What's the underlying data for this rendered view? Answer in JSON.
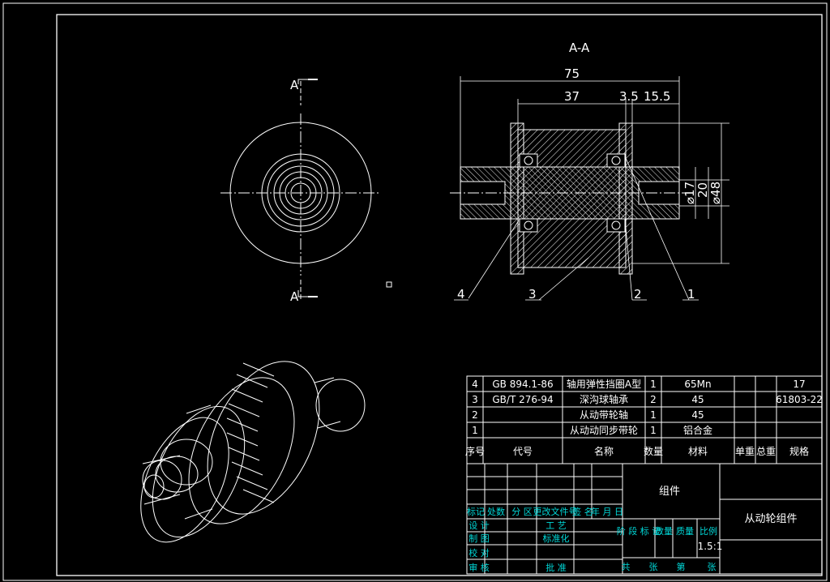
{
  "view": {
    "section_title": "A-A",
    "section_mark_top": "A",
    "section_mark_bottom": "A"
  },
  "dimensions": {
    "overall_length": "75",
    "hub_length": "37",
    "flange_a": "3.5",
    "flange_b": "15.5",
    "shaft_dia": "⌀17",
    "bore_dia": "20",
    "outer_dia": "⌀48"
  },
  "balloons": [
    "4",
    "3",
    "2",
    "1"
  ],
  "bom": {
    "rows": [
      {
        "no": "4",
        "code": "GB 894.1-86",
        "name": "轴用弹性挡圈A型",
        "qty": "1",
        "material": "65Mn",
        "unit_weight": "",
        "total_weight": "",
        "spec": "17"
      },
      {
        "no": "3",
        "code": "GB/T 276-94",
        "name": "深沟球轴承",
        "qty": "2",
        "material": "45",
        "unit_weight": "",
        "total_weight": "",
        "spec": "61803-22"
      },
      {
        "no": "2",
        "code": "",
        "name": "从动带轮轴",
        "qty": "1",
        "material": "45",
        "unit_weight": "",
        "total_weight": "",
        "spec": ""
      },
      {
        "no": "1",
        "code": "",
        "name": "从动动同步带轮",
        "qty": "1",
        "material": "铝合金",
        "unit_weight": "",
        "total_weight": "",
        "spec": ""
      }
    ],
    "headers": {
      "no": "序号",
      "code": "代号",
      "name": "名称",
      "qty": "数量",
      "material": "材料",
      "unit_weight": "单重",
      "total_weight": "总重",
      "spec": "规格"
    }
  },
  "title_block": {
    "assembly_label": "组件",
    "drawing_name": "从动轮组件",
    "scale": "1.5:1",
    "revision_header": [
      "标记",
      "处数",
      "分 区",
      "更改文件号",
      "签 名",
      "年 月 日"
    ],
    "sign_rows": [
      "设 计",
      "制 图",
      "校 对",
      "审 核"
    ],
    "process_labels": [
      "工 艺",
      "标准化",
      "批 准"
    ],
    "stage_headers": [
      "阶 段 标 记",
      "数量",
      "质量",
      "比例"
    ],
    "footer": [
      "共",
      "张",
      "第",
      "张"
    ]
  },
  "colors": {
    "line": "#ffffff",
    "table_text": "#00d8d8",
    "hatch": "#ffffff",
    "background": "#000000"
  }
}
